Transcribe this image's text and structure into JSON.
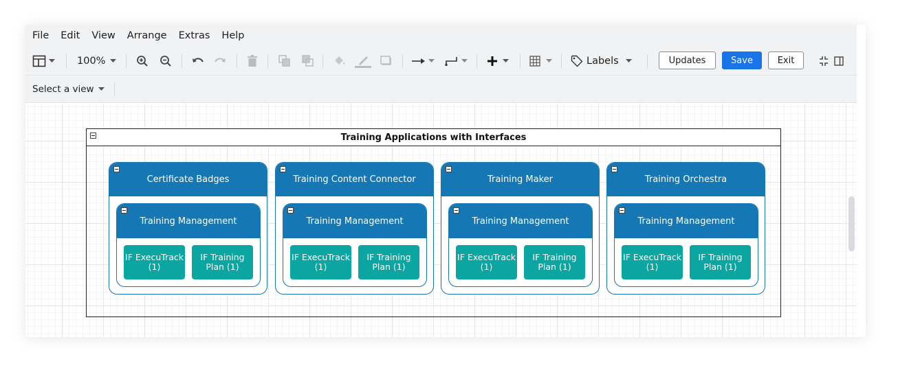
{
  "menu": [
    "File",
    "Edit",
    "View",
    "Arrange",
    "Extras",
    "Help"
  ],
  "toolbar": {
    "zoom": "100%",
    "labels": "Labels",
    "updates": "Updates",
    "save": "Save",
    "exit": "Exit"
  },
  "viewbar": {
    "select_view": "Select a view"
  },
  "diagram": {
    "title": "Training Applications with Interfaces",
    "apps": [
      {
        "name": "Certificate Badges",
        "group": "Training Management",
        "interfaces": [
          "IF ExecuTrack (1)",
          "IF Training Plan (1)"
        ]
      },
      {
        "name": "Training Content Connector",
        "group": "Training Management",
        "interfaces": [
          "IF ExecuTrack (1)",
          "IF Training Plan (1)"
        ]
      },
      {
        "name": "Training Maker",
        "group": "Training Management",
        "interfaces": [
          "IF ExecuTrack (1)",
          "IF Training Plan (1)"
        ]
      },
      {
        "name": "Training Orchestra",
        "group": "Training Management",
        "interfaces": [
          "IF ExecuTrack (1)",
          "IF Training Plan (1)"
        ]
      }
    ]
  },
  "colors": {
    "app_header": "#1578b5",
    "interface_box": "#0ba6a1",
    "save_button": "#1a73e8"
  }
}
